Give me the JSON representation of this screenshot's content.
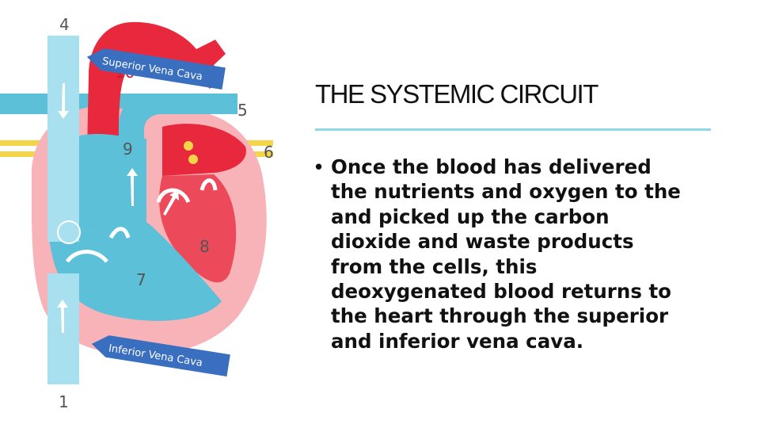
{
  "slide": {
    "title": "THE SYSTEMIC CIRCUIT",
    "bullet_marker": "•",
    "bullet_text": "Once the blood has delivered\nthe nutrients and oxygen to the\nand picked up the carbon\ndioxide and waste products\nfrom the cells, this\ndeoxygenated blood returns to\nthe heart  through the superior\nand inferior vena cava."
  },
  "diagram": {
    "numbers": [
      "4",
      "10",
      "5",
      "9",
      "6",
      "8",
      "7",
      "1"
    ],
    "callouts": {
      "superior": "Superior Vena Cava",
      "inferior": "Inferior Vena Cava"
    },
    "colors": {
      "deoxygenated": "#5bc0d8",
      "vena_cava": "#a9e0ef",
      "oxygenated": "#e8283c",
      "heart_wall": "#f7b3b8",
      "callout": "#3a6fc0",
      "fat": "#f4d54a"
    }
  }
}
